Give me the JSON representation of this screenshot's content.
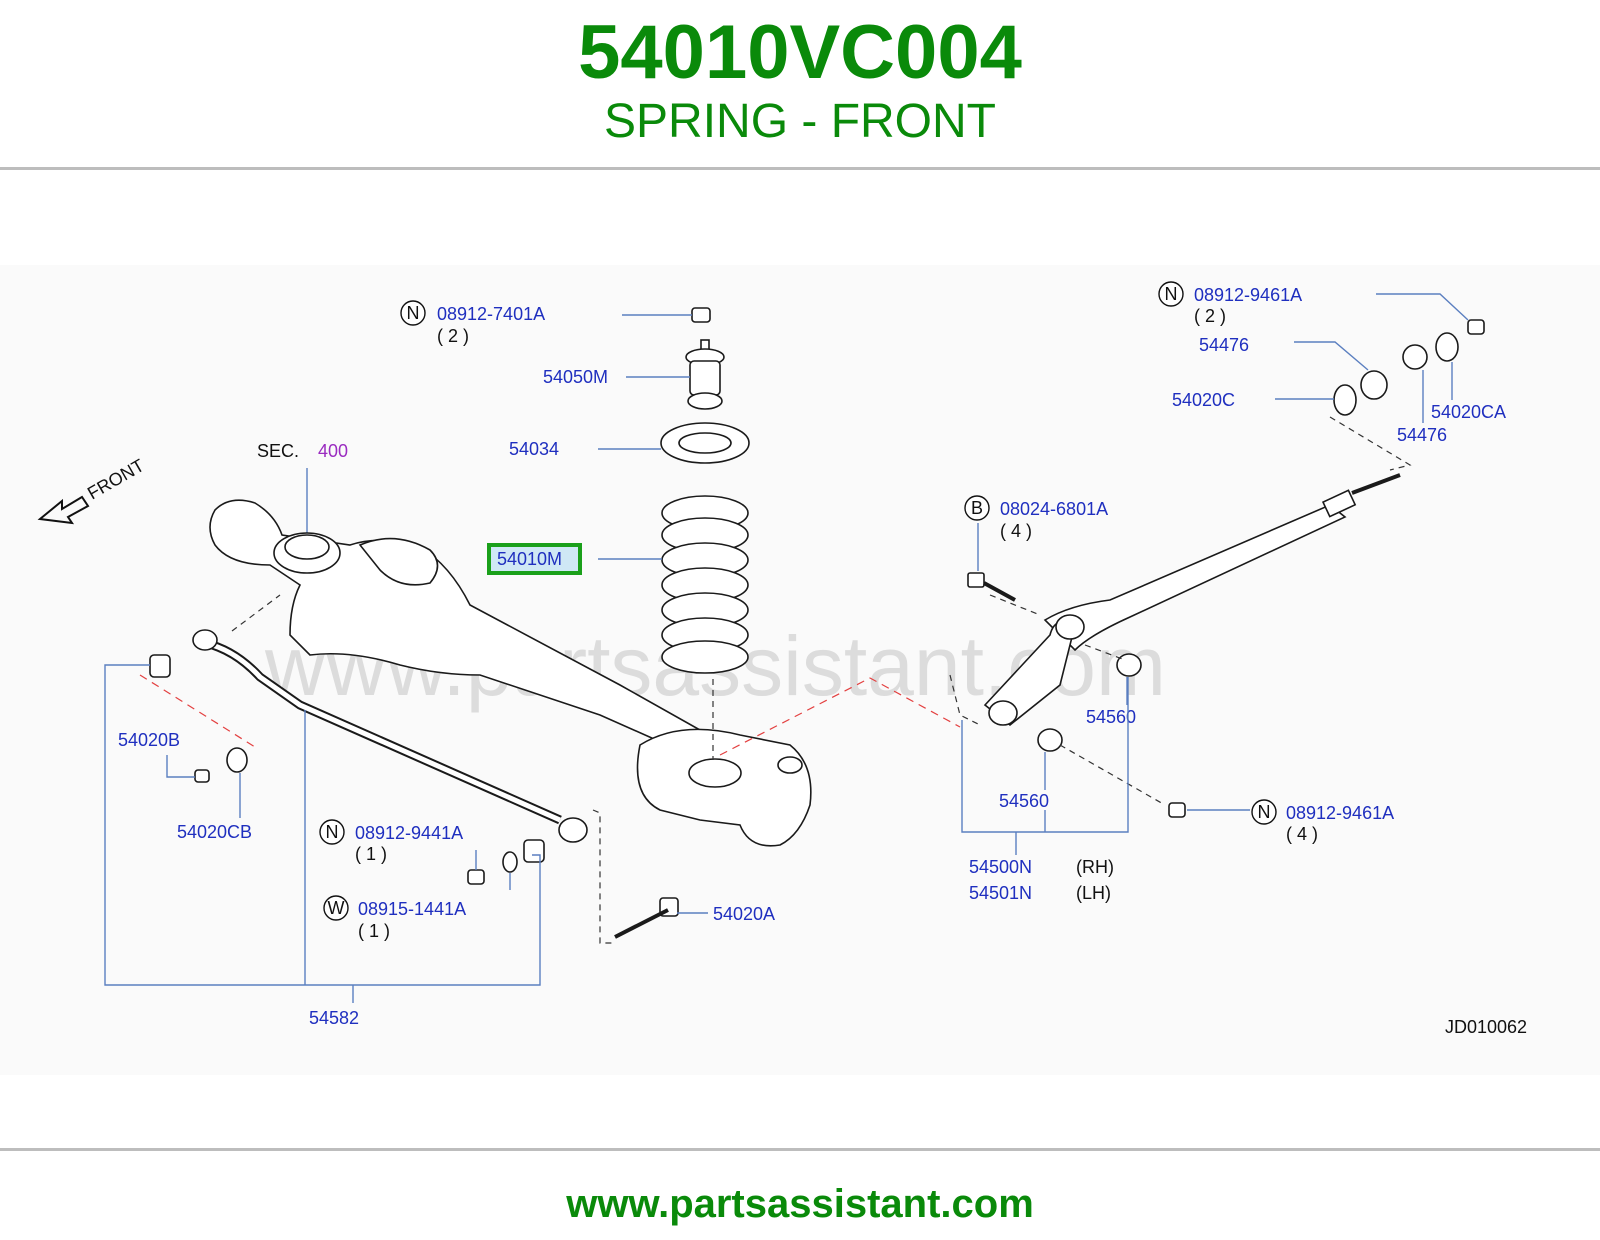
{
  "header": {
    "part_number": "54010VC004",
    "subtitle": "SPRING - FRONT"
  },
  "footer": {
    "url": "www.partsassistant.com"
  },
  "diagram": {
    "watermark": "www.partsassistant.com",
    "ref_code": "JD010062",
    "front_label": "FRONT",
    "sec_label": "SEC.",
    "sec_number": "400",
    "highlight_color": "#1aa01a",
    "callouts": {
      "c_08912_7401A": {
        "badge": "N",
        "number": "08912-7401A",
        "qty": "( 2 )"
      },
      "c_54050M": {
        "number": "54050M"
      },
      "c_54034": {
        "number": "54034"
      },
      "c_54010M": {
        "number": "54010M"
      },
      "c_08912_9461A_top": {
        "badge": "N",
        "number": "08912-9461A",
        "qty": "( 2 )"
      },
      "c_54476_a": {
        "number": "54476"
      },
      "c_54020C": {
        "number": "54020C"
      },
      "c_54020CA": {
        "number": "54020CA"
      },
      "c_54476_b": {
        "number": "54476"
      },
      "c_08024_6801A": {
        "badge": "B",
        "number": "08024-6801A",
        "qty": "( 4 )"
      },
      "c_54560_a": {
        "number": "54560"
      },
      "c_54560_b": {
        "number": "54560"
      },
      "c_08912_9461A_bot": {
        "badge": "N",
        "number": "08912-9461A",
        "qty": "( 4 )"
      },
      "c_54500N": {
        "number": "54500N",
        "side": "(RH)"
      },
      "c_54501N": {
        "number": "54501N",
        "side": "(LH)"
      },
      "c_54020B": {
        "number": "54020B"
      },
      "c_54020CB": {
        "number": "54020CB"
      },
      "c_08912_9441A": {
        "badge": "N",
        "number": "08912-9441A",
        "qty": "( 1 )"
      },
      "c_08915_1441A": {
        "badge": "W",
        "number": "08915-1441A",
        "qty": "( 1 )"
      },
      "c_54020A": {
        "number": "54020A"
      },
      "c_54582": {
        "number": "54582"
      }
    }
  }
}
